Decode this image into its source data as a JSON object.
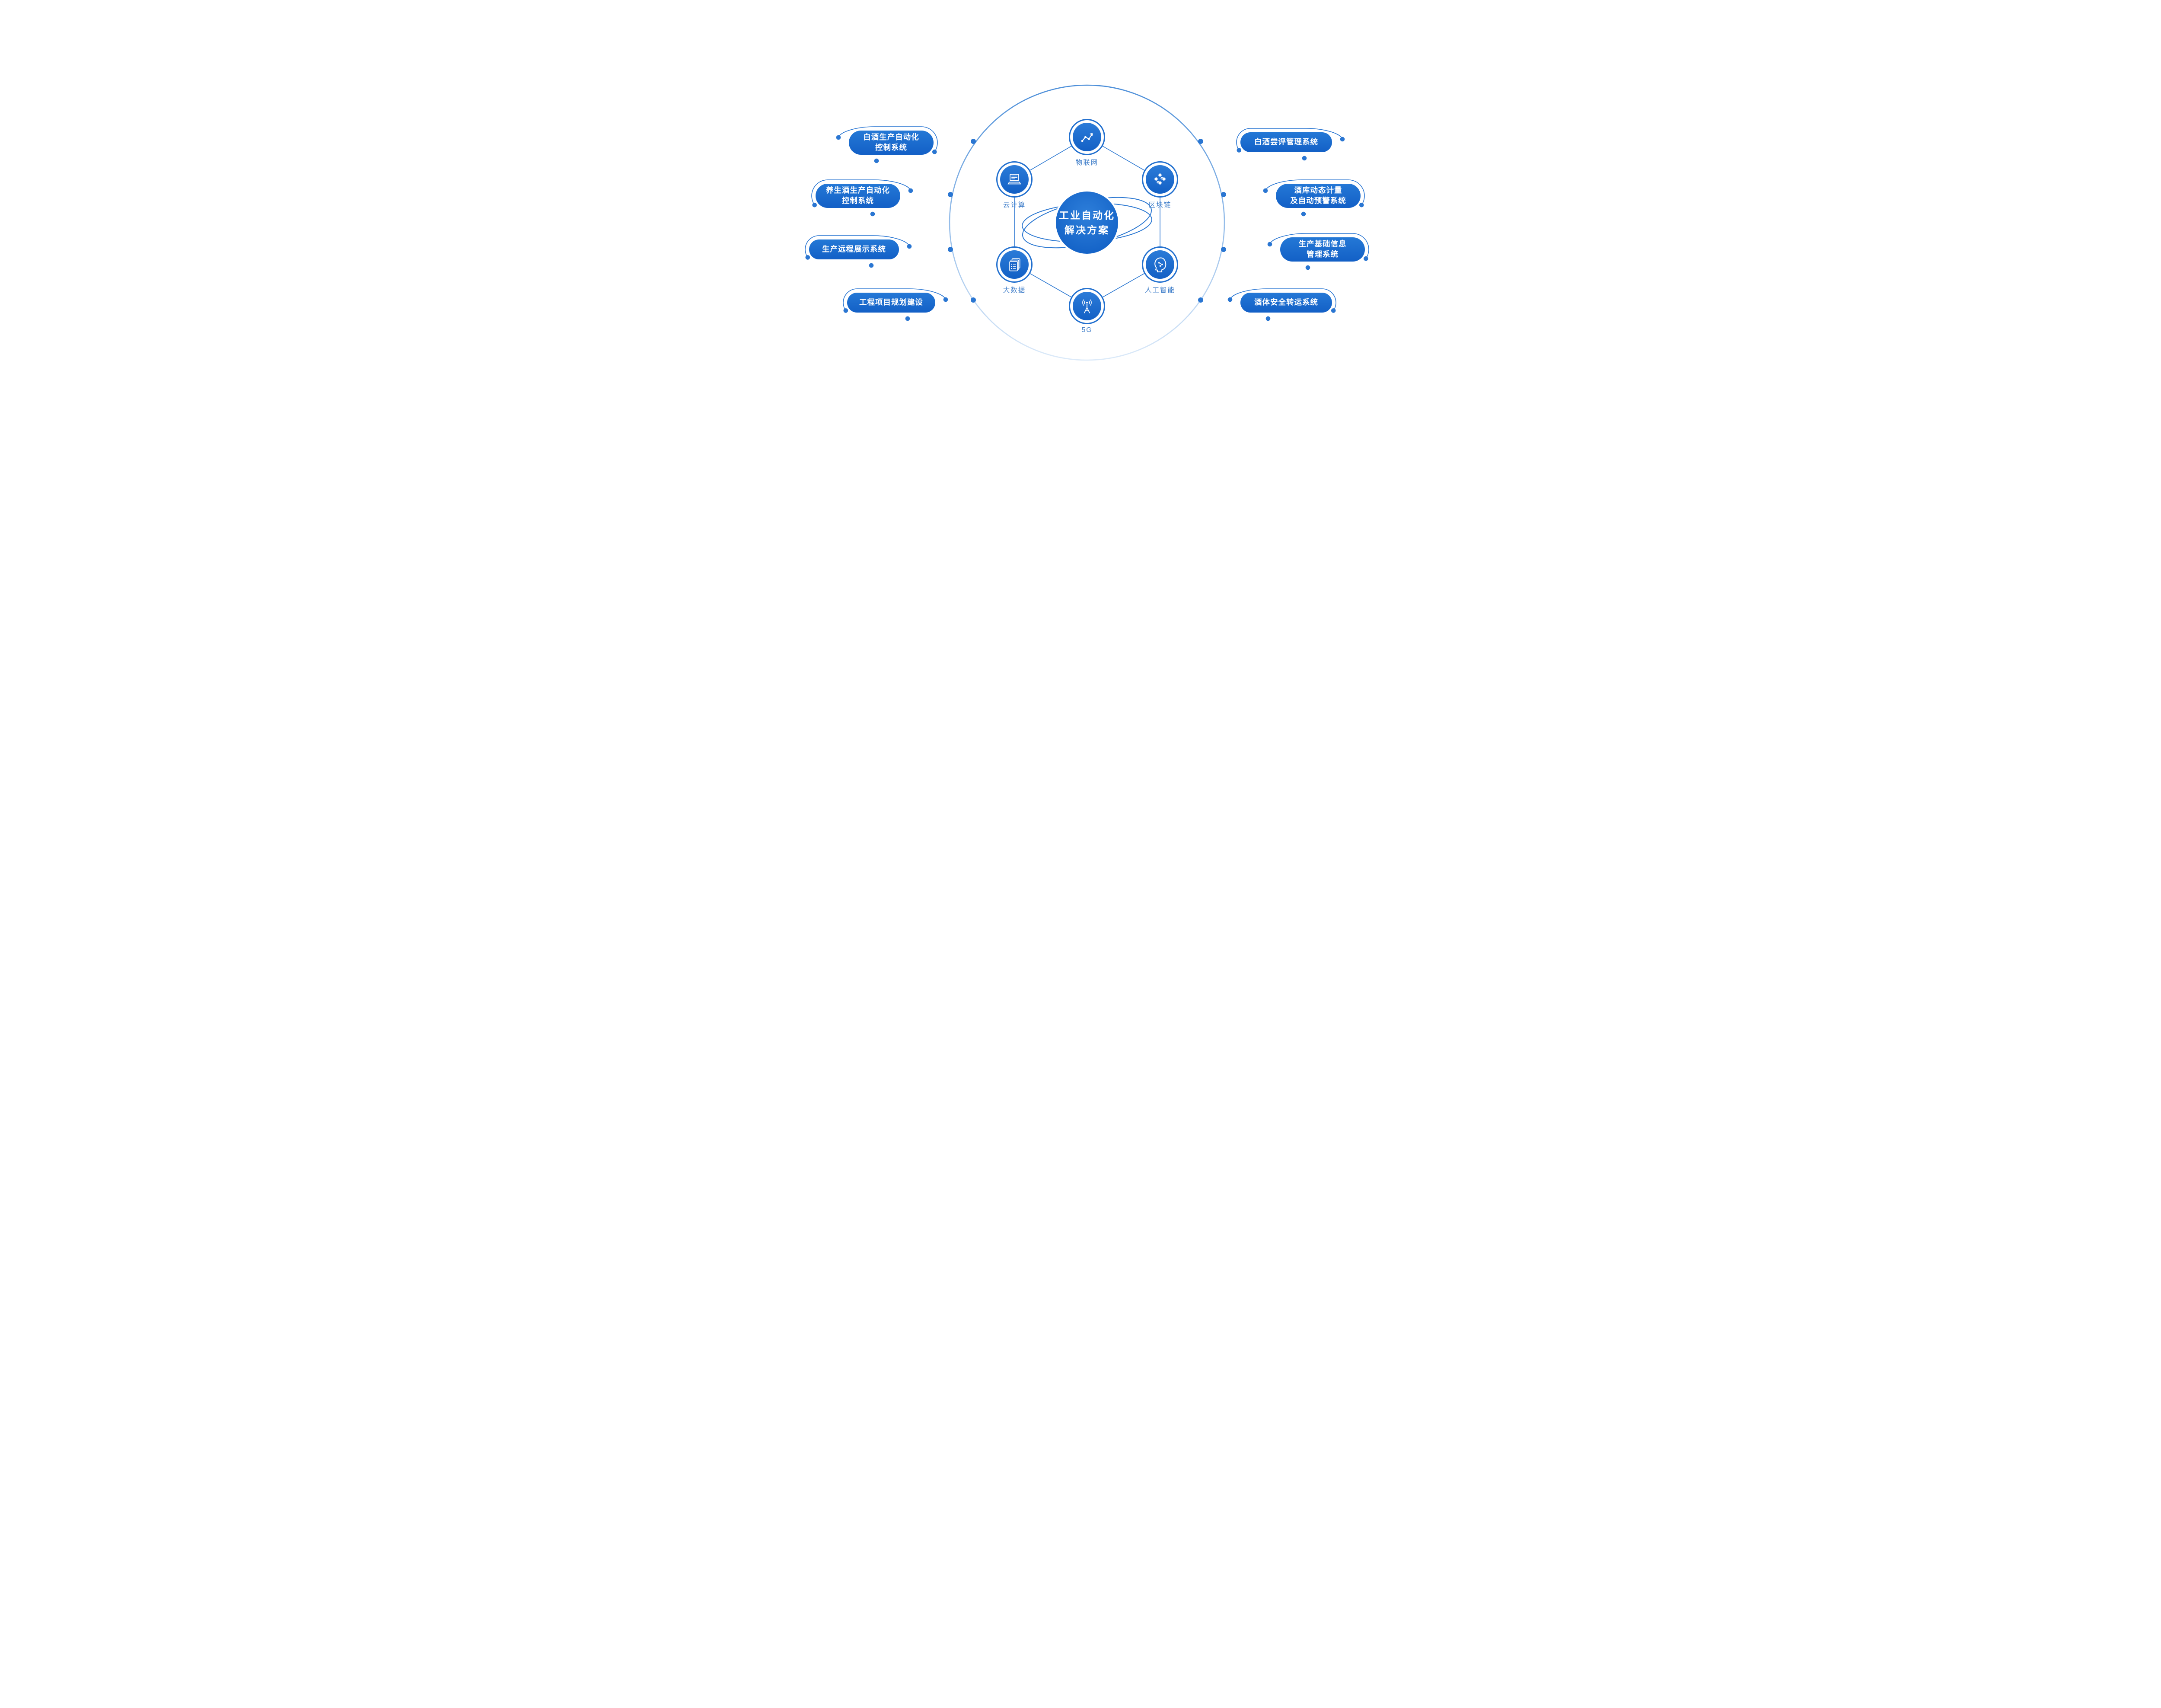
{
  "diagram": {
    "center": {
      "line1": "工业自动化",
      "line2": "解决方案"
    },
    "nodes": [
      {
        "label": "物联网",
        "icon": "iot-icon"
      },
      {
        "label": "区块链",
        "icon": "blockchain-icon"
      },
      {
        "label": "人工智能",
        "icon": "ai-head-icon"
      },
      {
        "label": "5G",
        "icon": "antenna-5g-icon"
      },
      {
        "label": "大数据",
        "icon": "documents-stack-icon"
      },
      {
        "label": "云计算",
        "icon": "laptop-icon"
      }
    ],
    "left_pills": [
      {
        "line1": "白酒生产自动化",
        "line2": "控制系统"
      },
      {
        "line1": "养生酒生产自动化",
        "line2": "控制系统"
      },
      {
        "line1": "生产远程展示系统",
        "line2": ""
      },
      {
        "line1": "工程项目规划建设",
        "line2": ""
      }
    ],
    "right_pills": [
      {
        "line1": "白酒尝评管理系统",
        "line2": ""
      },
      {
        "line1": "酒库动态计量",
        "line2": "及自动预警系统"
      },
      {
        "line1": "生产基础信息",
        "line2": "管理系统"
      },
      {
        "line1": "酒体安全转运系统",
        "line2": ""
      }
    ],
    "colors": {
      "primary": "#1B6CD0",
      "connector_line": "#2F7AD2",
      "node_label": "#3E7DC9",
      "orbit_ring_top": "#4D8FD9",
      "orbit_ring_bottom": "#DCEAF9"
    }
  }
}
